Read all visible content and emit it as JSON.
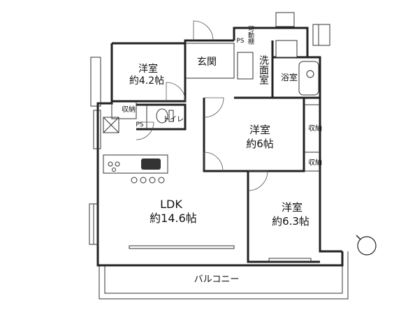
{
  "rooms": {
    "western_room_1": {
      "name": "洋室",
      "size": "約4.2帖"
    },
    "entrance": {
      "name": "玄関"
    },
    "washroom": {
      "name": "洗面室"
    },
    "bathroom": {
      "name": "浴室"
    },
    "storage_1": {
      "name": "収納"
    },
    "toilet": {
      "name": "トイレ"
    },
    "ps_1": {
      "name": "PS"
    },
    "ps_2": {
      "name": "PS"
    },
    "movable_storage": {
      "name": "可動棚"
    },
    "western_room_2": {
      "name": "洋室",
      "size": "約6帖"
    },
    "storage_2": {
      "name": "収納"
    },
    "storage_3": {
      "name": "収納"
    },
    "ldk": {
      "name": "LDK",
      "size": "約14.6帖"
    },
    "western_room_3": {
      "name": "洋室",
      "size": "約6.3帖"
    },
    "balcony": {
      "name": "バルコニー"
    }
  },
  "compass": {
    "icon": "north-arrow-icon"
  }
}
